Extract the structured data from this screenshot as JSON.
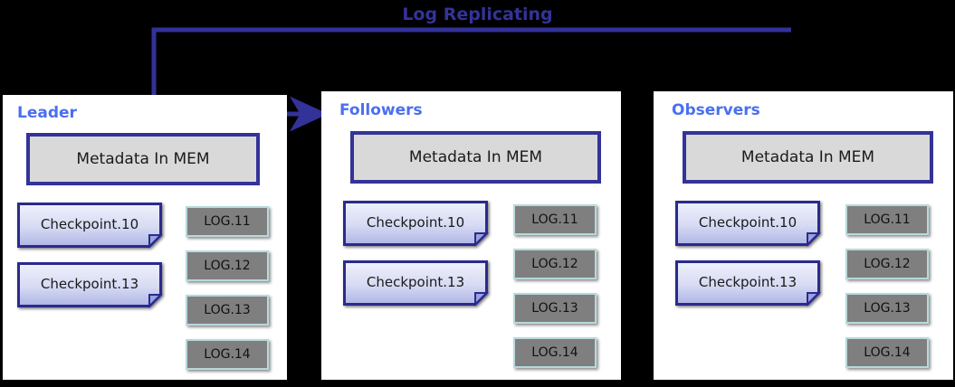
{
  "diagram": {
    "title": "Log Replicating",
    "title_color": "#333399",
    "background_color": "#000000",
    "panel_background": "#ffffff",
    "panel_title_color": "#4a6ff0",
    "metadata_fill": "#d9d9d9",
    "metadata_border": "#333399",
    "checkpoint_border": "#333399",
    "checkpoint_fill_top": "#e8eaf8",
    "checkpoint_fill_bottom": "#b3b8e6",
    "log_fill": "#7f7f7f",
    "log_border": "#b7d9dd",
    "connector_color": "#333399"
  },
  "panels": [
    {
      "id": "leader",
      "title": "Leader",
      "metadata": {
        "label": "Metadata In MEM"
      },
      "checkpoints": [
        {
          "label": "Checkpoint.10"
        },
        {
          "label": "Checkpoint.13"
        }
      ],
      "logs": [
        {
          "label": "LOG.11"
        },
        {
          "label": "LOG.12"
        },
        {
          "label": "LOG.13"
        },
        {
          "label": "LOG.14"
        }
      ]
    },
    {
      "id": "followers",
      "title": "Followers",
      "metadata": {
        "label": "Metadata In MEM"
      },
      "checkpoints": [
        {
          "label": "Checkpoint.10"
        },
        {
          "label": "Checkpoint.13"
        }
      ],
      "logs": [
        {
          "label": "LOG.11"
        },
        {
          "label": "LOG.12"
        },
        {
          "label": "LOG.13"
        },
        {
          "label": "LOG.14"
        }
      ]
    },
    {
      "id": "observers",
      "title": "Observers",
      "metadata": {
        "label": "Metadata In MEM"
      },
      "checkpoints": [
        {
          "label": "Checkpoint.10"
        },
        {
          "label": "Checkpoint.13"
        }
      ],
      "logs": [
        {
          "label": "LOG.11"
        },
        {
          "label": "LOG.12"
        },
        {
          "label": "LOG.13"
        },
        {
          "label": "LOG.14"
        }
      ]
    }
  ],
  "connectors": [
    {
      "id": "leader-to-followers",
      "kind": "arrow-right"
    },
    {
      "id": "leader-to-observers",
      "kind": "arrow-down"
    }
  ]
}
